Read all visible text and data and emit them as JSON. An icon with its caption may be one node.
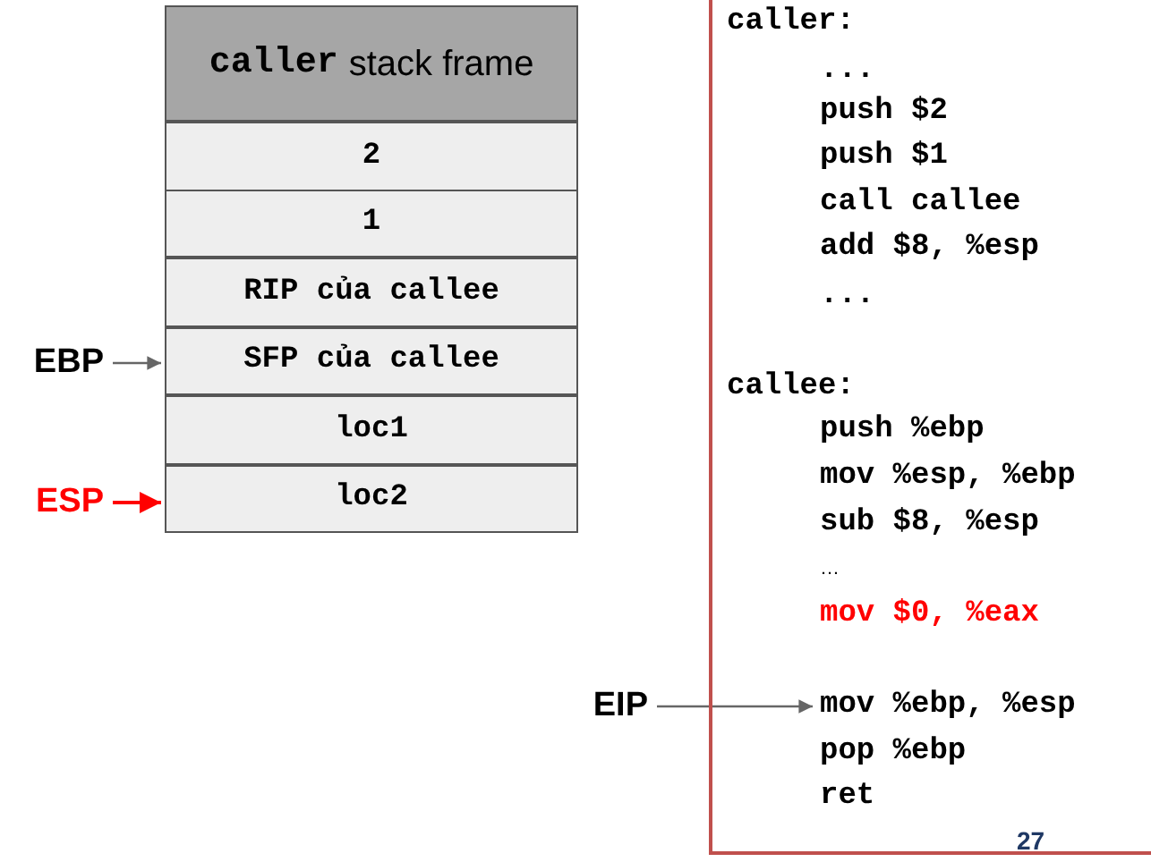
{
  "diagram": {
    "nodes": [
      {
        "text": [
          "caller",
          "stack frame"
        ]
      },
      {
        "text": [
          "2"
        ]
      },
      {
        "text": [
          "1"
        ]
      },
      {
        "text": [
          "RIP của callee"
        ]
      },
      {
        "text": [
          "SFP của callee"
        ]
      },
      {
        "text": [
          "loc1"
        ]
      },
      {
        "text": [
          "loc2"
        ]
      },
      {
        "text": [
          "EBP"
        ]
      },
      {
        "text": [
          "ESP"
        ]
      },
      {
        "text": [
          "EIP"
        ]
      },
      {
        "text": [],
        "shape": "box"
      },
      {
        "text": [
          "caller:"
        ],
        "in": 10
      },
      {
        "text": [
          "..."
        ],
        "in": 10
      },
      {
        "text": [
          "push $2"
        ],
        "in": 10
      },
      {
        "text": [
          "push $1"
        ],
        "in": 10
      },
      {
        "text": [
          "call callee"
        ],
        "in": 10
      },
      {
        "text": [
          "add $8, %esp"
        ],
        "in": 10
      },
      {
        "text": [
          "..."
        ],
        "in": 10
      },
      {
        "text": [
          "callee:"
        ],
        "in": 10
      },
      {
        "text": [
          "push %ebp"
        ],
        "in": 10
      },
      {
        "text": [
          "mov %esp, %ebp"
        ],
        "in": 10
      },
      {
        "text": [
          "sub $8, %esp"
        ],
        "in": 10
      },
      {
        "text": [
          "…"
        ],
        "in": 10
      },
      {
        "text": [
          "mov $0, %eax"
        ],
        "in": 10
      },
      {
        "text": [
          "mov %ebp, %esp"
        ],
        "in": 10
      },
      {
        "text": [
          "pop %ebp"
        ],
        "in": 10
      },
      {
        "text": [
          "ret"
        ],
        "in": 10
      }
    ],
    "edges": [
      {
        "from": 7,
        "to": 4,
        "arrow": "to"
      },
      {
        "from": 8,
        "to": 6,
        "arrow": "to",
        "color": "#ff0000"
      },
      {
        "from": 9,
        "to": 24,
        "arrow": "to"
      }
    ],
    "labels": [
      "27"
    ]
  }
}
